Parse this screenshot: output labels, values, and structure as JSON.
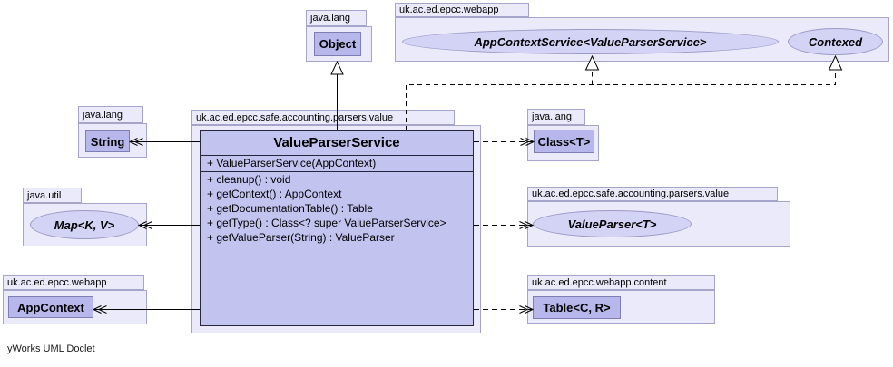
{
  "footer": "yWorks UML Doclet",
  "packages": {
    "java_lang_object": "java.lang",
    "java_lang_string": "java.lang",
    "java_lang_class": "java.lang",
    "java_util": "java.util",
    "webapp_top": "uk.ac.ed.epcc.webapp",
    "webapp_bottom": "uk.ac.ed.epcc.webapp",
    "webapp_content": "uk.ac.ed.epcc.webapp.content",
    "parsers_value_main": "uk.ac.ed.epcc.safe.accounting.parsers.value",
    "parsers_value_iface": "uk.ac.ed.epcc.safe.accounting.parsers.value"
  },
  "nodes": {
    "object": "Object",
    "string": "String",
    "class_t": "Class<T>",
    "map": "Map<K, V>",
    "app_context": "AppContext",
    "table": "Table<C, R>",
    "app_context_service": "AppContextService<ValueParserService>",
    "contexed": "Contexed",
    "value_parser": "ValueParser<T>"
  },
  "main_class": {
    "name": "ValueParserService",
    "constructor": "+ ValueParserService(AppContext)",
    "methods": [
      "+ cleanup() : void",
      "+ getContext() : AppContext",
      "+ getDocumentationTable() : Table",
      "+ getType() : Class<? super ValueParserService>",
      "+ getValueParser(String) : ValueParser"
    ]
  },
  "colors": {
    "package_fill": "#EAEAFA",
    "package_border": "#A5A5CC",
    "class_fill": "#B7B7EC",
    "main_class_fill": "#C3C3F0",
    "interface_ellipse_fill": "#D3D3F5",
    "edge_color": "#000000"
  }
}
